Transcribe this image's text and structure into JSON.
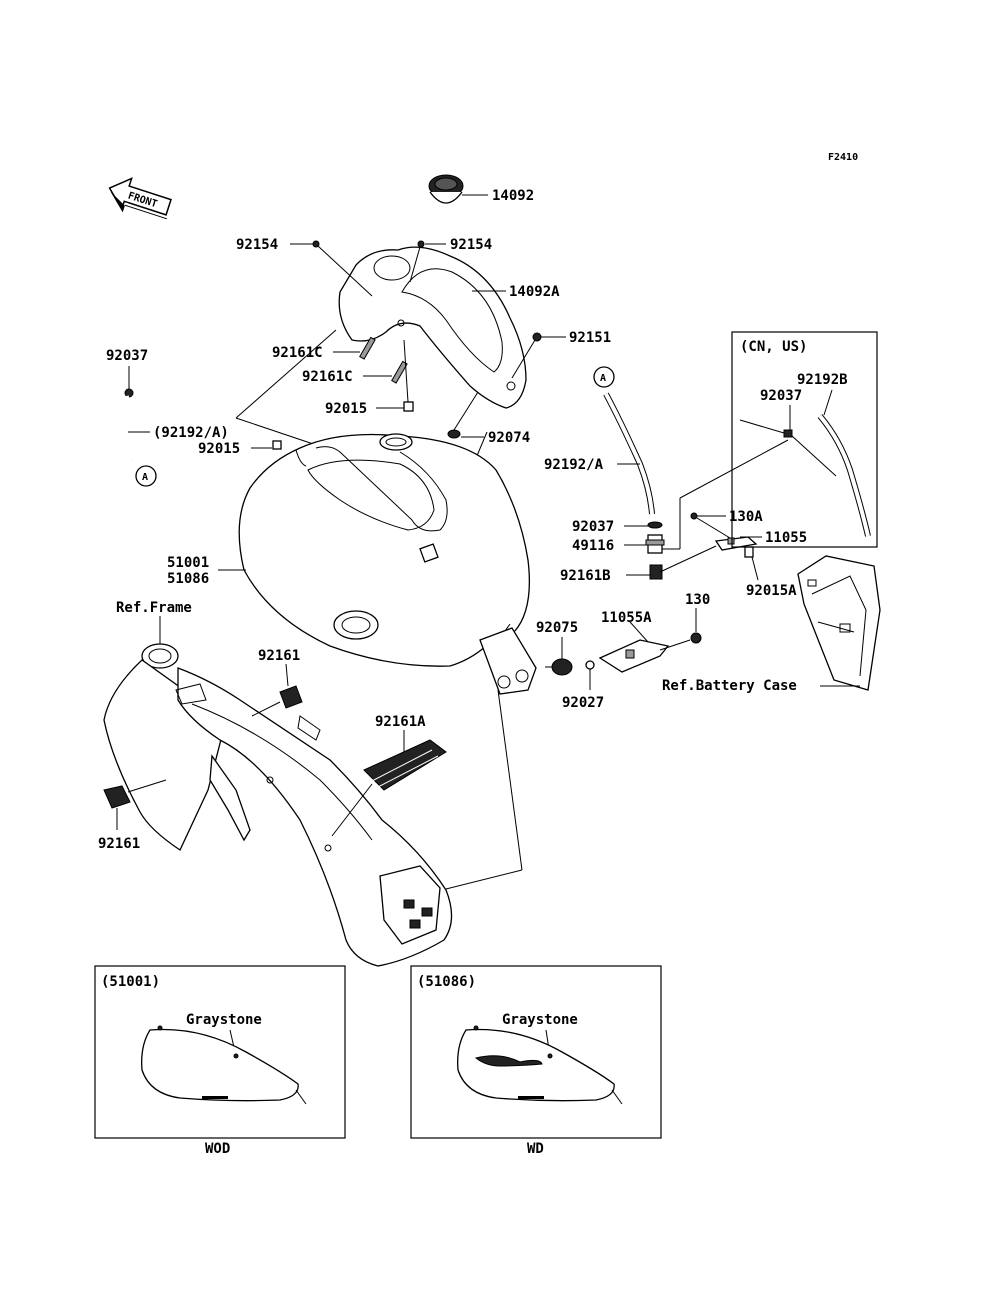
{
  "figure_code": "F2410",
  "front_label": "FRONT",
  "parts": {
    "p14092": "14092",
    "p14092A": "14092A",
    "p92154_left": "92154",
    "p92154_right": "92154",
    "p92151": "92151",
    "p92161C_a": "92161C",
    "p92161C_b": "92161C",
    "p92015_top": "92015",
    "p92015_left": "92015",
    "p92074": "92074",
    "p92037_left": "92037",
    "p92192A_left": "(92192/A)",
    "ref_A_left": "A",
    "ref_A_right": "A",
    "p51001": "51001",
    "p51086": "51086",
    "ref_frame": "Ref.Frame",
    "p92161_upper": "92161",
    "p92161_lower": "92161",
    "p92161A": "92161A",
    "p92192A_right": "92192/A",
    "p92037_mid": "92037",
    "p49116": "49116",
    "p92161B": "92161B",
    "p130A": "130A",
    "p11055": "11055",
    "p92015A": "92015A",
    "p130": "130",
    "p11055A": "11055A",
    "p92075": "92075",
    "p92027": "92027",
    "ref_battery_case": "Ref.Battery Case",
    "cn_us_box": {
      "title": "(CN, US)",
      "p92192B": "92192B",
      "p92037": "92037"
    }
  },
  "insets": [
    {
      "code": "(51001)",
      "paint": "Graystone",
      "variant": "WOD"
    },
    {
      "code": "(51086)",
      "paint": "Graystone",
      "variant": "WD"
    }
  ]
}
